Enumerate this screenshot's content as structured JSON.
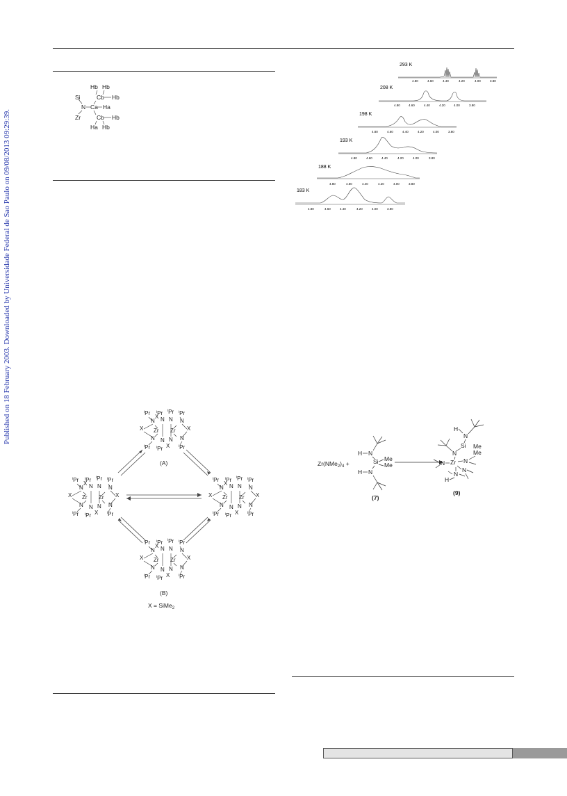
{
  "sidebar": {
    "citation": "Published on 18 February 2003. Downloaded by Universidade Federal de Sao Paulo on 09/08/2013 09:29:39."
  },
  "nmr_figure": {
    "spectra": [
      {
        "temp": "293 K",
        "ticks": [
          "4.80",
          "4.60",
          "4.40",
          "4.20",
          "4.00",
          "3.80"
        ]
      },
      {
        "temp": "208 K",
        "ticks": [
          "4.80",
          "4.60",
          "4.40",
          "4.20",
          "4.00",
          "3.80"
        ]
      },
      {
        "temp": "198 K",
        "ticks": [
          "4.80",
          "4.60",
          "4.40",
          "4.20",
          "4.00",
          "3.80"
        ]
      },
      {
        "temp": "193 K",
        "ticks": [
          "4.80",
          "4.60",
          "4.40",
          "4.20",
          "4.00",
          "3.80"
        ]
      },
      {
        "temp": "188 K",
        "ticks": [
          "4.80",
          "4.60",
          "4.40",
          "4.20",
          "4.00",
          "3.80"
        ]
      },
      {
        "temp": "183 K",
        "ticks": [
          "4.80",
          "4.60",
          "4.40",
          "4.20",
          "4.00",
          "3.80"
        ]
      }
    ]
  },
  "structure_labels": {
    "hb1": "Hb",
    "hb2": "Hb",
    "si": "Si",
    "cb1": "Cb",
    "hb3": "Hb",
    "n": "N",
    "ca": "Ca",
    "ha1": "Ha",
    "zr": "Zr",
    "cb2": "Cb",
    "hb4": "Hb",
    "ha2": "Ha",
    "hb5": "Hb"
  },
  "scheme_equilibrium": {
    "label_a": "(A)",
    "label_b": "(B)",
    "legend_x": "X",
    "legend_eq": " = SiMe",
    "legend_sub": "2",
    "atoms": {
      "ipr": "Pr",
      "i": "i",
      "n": "N",
      "zr": "Zr",
      "x": "X"
    }
  },
  "scheme_reaction": {
    "reagent_main": "Zr(NMe",
    "reagent_sub": "2",
    "reagent_tail": ")",
    "reagent_sub2": "4",
    "plus": " +",
    "compound_7": "7",
    "compound_9": "9",
    "h": "H",
    "n": "N",
    "si": "Si",
    "me": "Me",
    "zr": "Zr"
  }
}
